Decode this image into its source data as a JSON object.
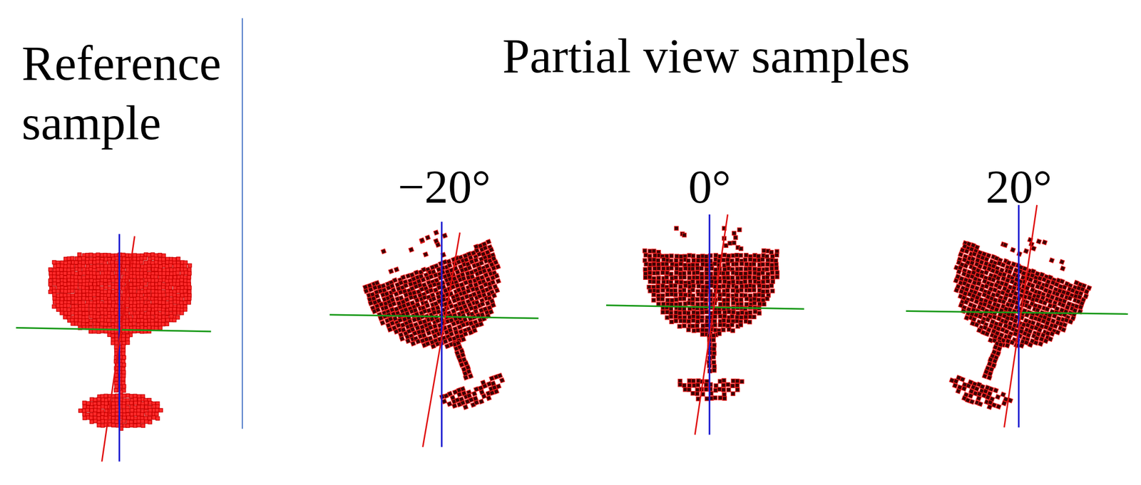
{
  "diagram": {
    "labels": [
      "Reference sample",
      "Partial view samples",
      "−20°",
      "0°",
      "20°"
    ]
  }
}
